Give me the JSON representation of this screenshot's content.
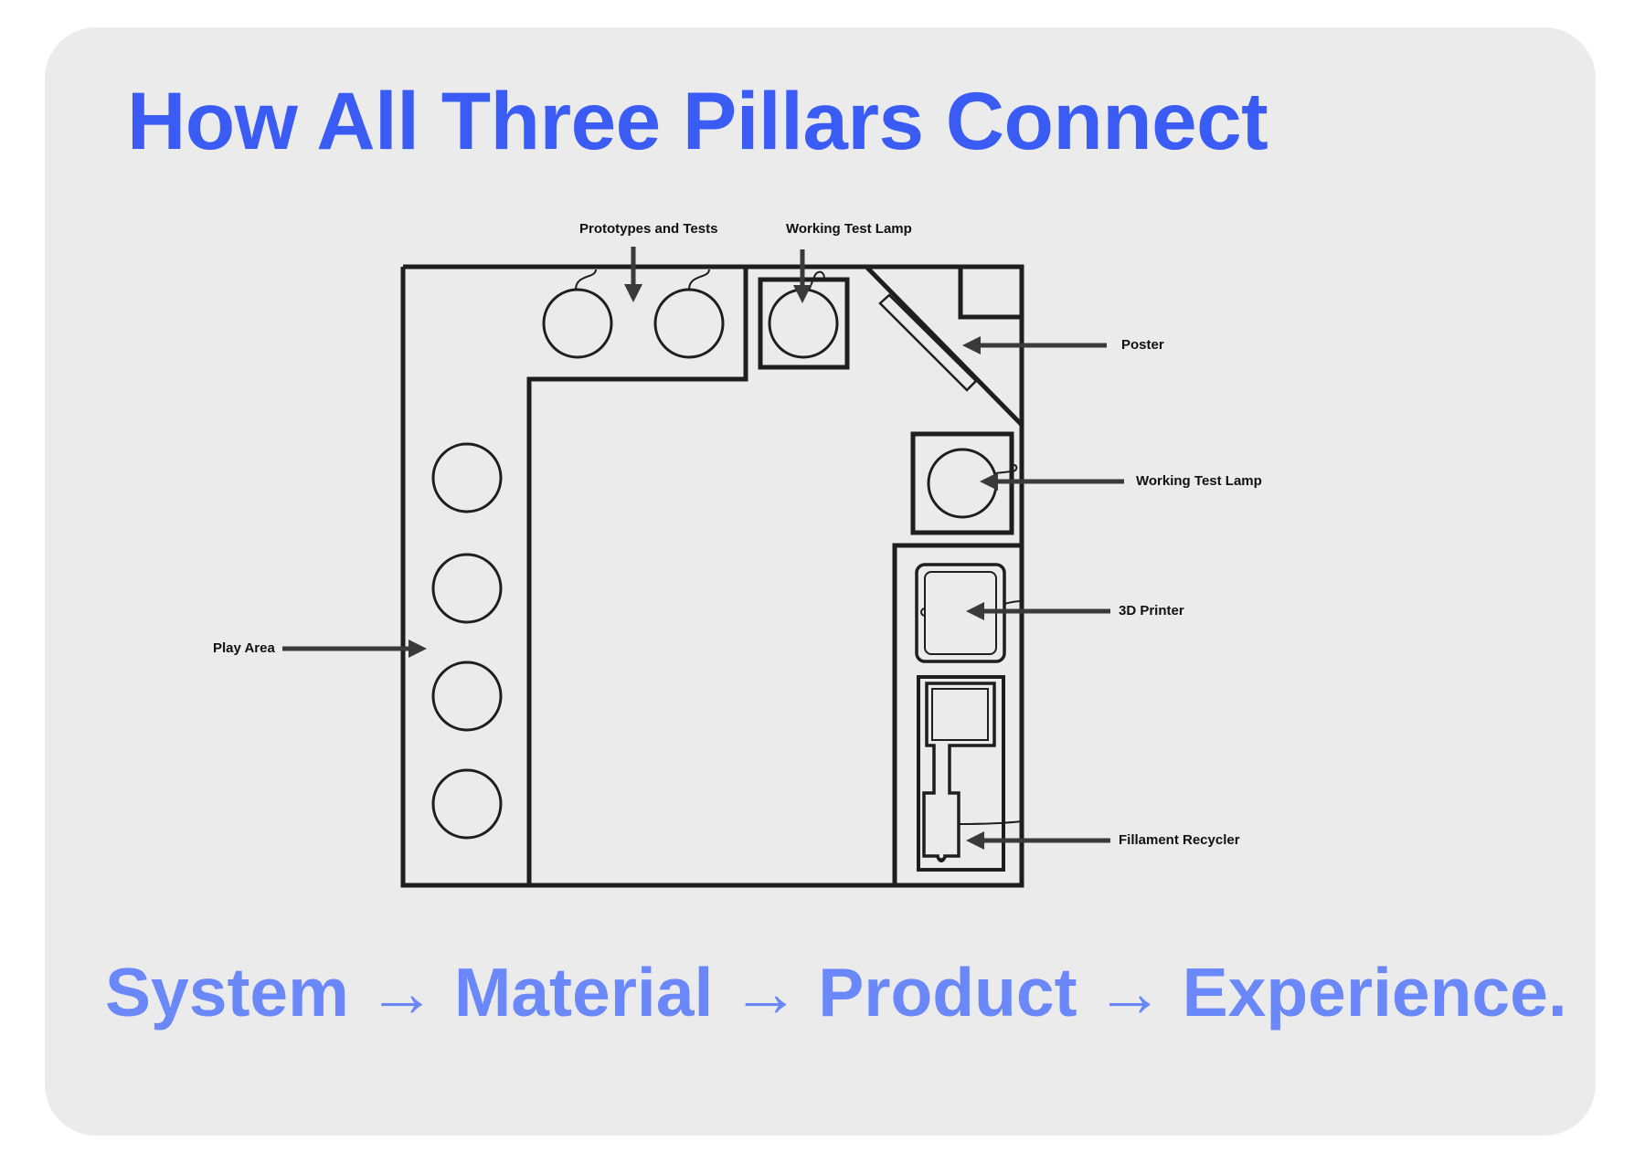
{
  "title": "How All Three Pillars Connect",
  "subtitle": {
    "steps": [
      "System",
      "Material",
      "Product",
      "Experience."
    ],
    "separator": "→"
  },
  "diagram": {
    "labels": {
      "prototypes": "Prototypes and Tests",
      "lamp_top": "Working Test Lamp",
      "poster": "Poster",
      "lamp_right": "Working Test Lamp",
      "printer": "3D Printer",
      "recycler": "Fillament Recycler",
      "play_area": "Play Area"
    }
  },
  "colors": {
    "title": "#3a5cf5",
    "subtitle": "#6b88fa",
    "card_bg": "#ebebeb",
    "line": "#1e1e1e",
    "arrow": "#3a3a3a",
    "label": "#111111"
  }
}
